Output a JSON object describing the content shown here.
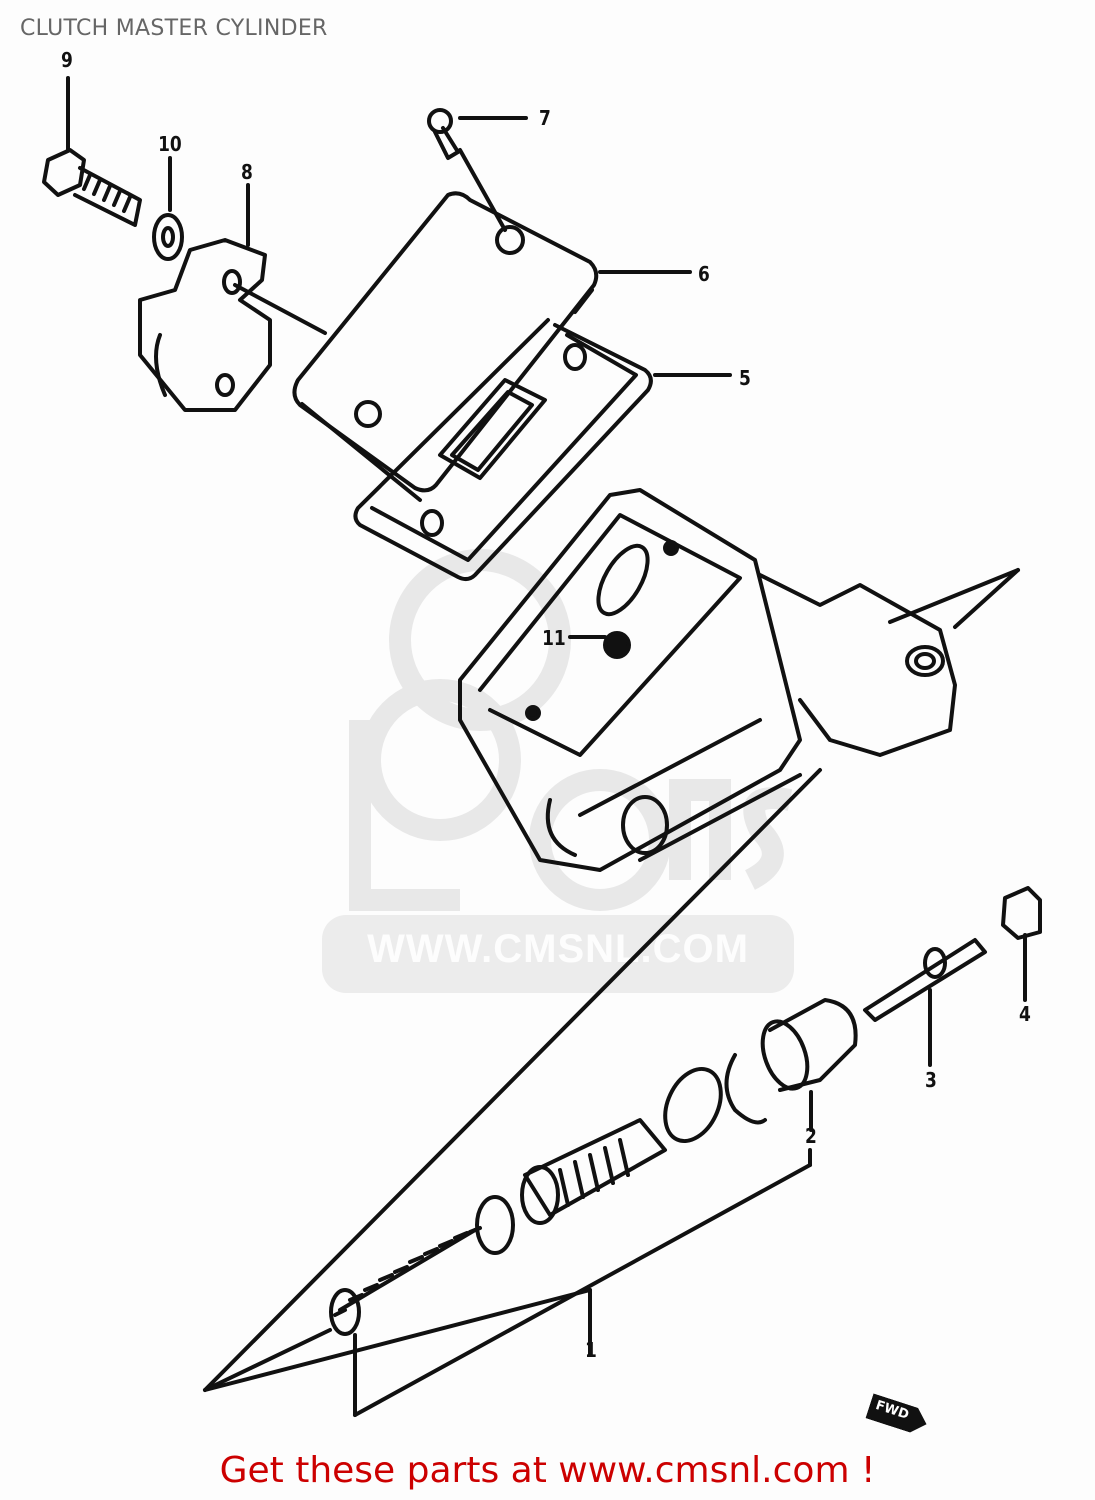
{
  "header": {
    "title": "CLUTCH MASTER CYLINDER"
  },
  "diagram": {
    "callouts": [
      {
        "number": "1",
        "part": "master-cylinder-piston-kit"
      },
      {
        "number": "2",
        "part": "boot"
      },
      {
        "number": "3",
        "part": "push-rod"
      },
      {
        "number": "4",
        "part": "nut"
      },
      {
        "number": "5",
        "part": "diaphragm"
      },
      {
        "number": "6",
        "part": "reservoir-cap"
      },
      {
        "number": "7",
        "part": "screw"
      },
      {
        "number": "8",
        "part": "holder"
      },
      {
        "number": "9",
        "part": "bolt"
      },
      {
        "number": "10",
        "part": "washer"
      },
      {
        "number": "11",
        "part": "plug"
      }
    ],
    "direction_badge": "FWD",
    "watermark": {
      "logo": "CMS",
      "text": "WWW.CMSNL.COM"
    }
  },
  "footer": {
    "link_text": "Get these parts at www.cmsnl.com !",
    "color": "#cc0000"
  }
}
